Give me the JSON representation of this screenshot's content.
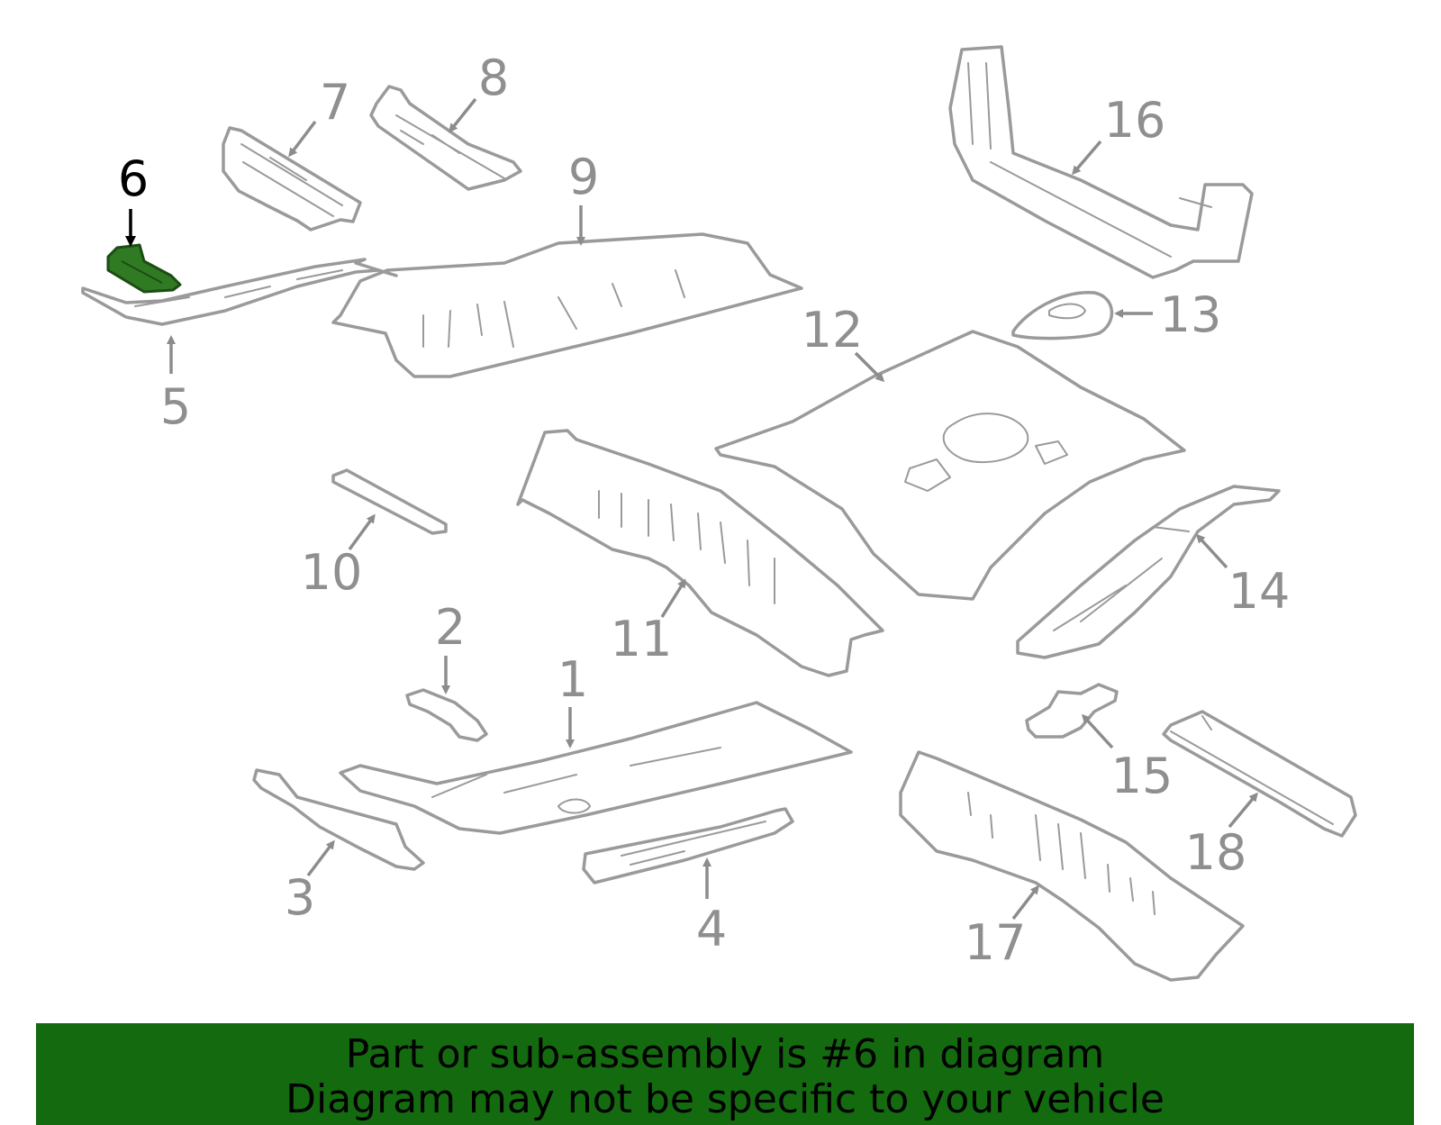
{
  "callouts": {
    "c1": "1",
    "c2": "2",
    "c3": "3",
    "c4": "4",
    "c5": "5",
    "c6": "6",
    "c7": "7",
    "c8": "8",
    "c9": "9",
    "c10": "10",
    "c11": "11",
    "c12": "12",
    "c13": "13",
    "c14": "14",
    "c15": "15",
    "c16": "16",
    "c17": "17",
    "c18": "18"
  },
  "highlighted_part": "6",
  "colors": {
    "highlight": "#2f7a22",
    "banner": "#146b0f",
    "outline": "#9a9a9a"
  },
  "banner": {
    "line1": "Part or sub-assembly is #6 in diagram",
    "line2": "Diagram may not be specific to your vehicle"
  }
}
